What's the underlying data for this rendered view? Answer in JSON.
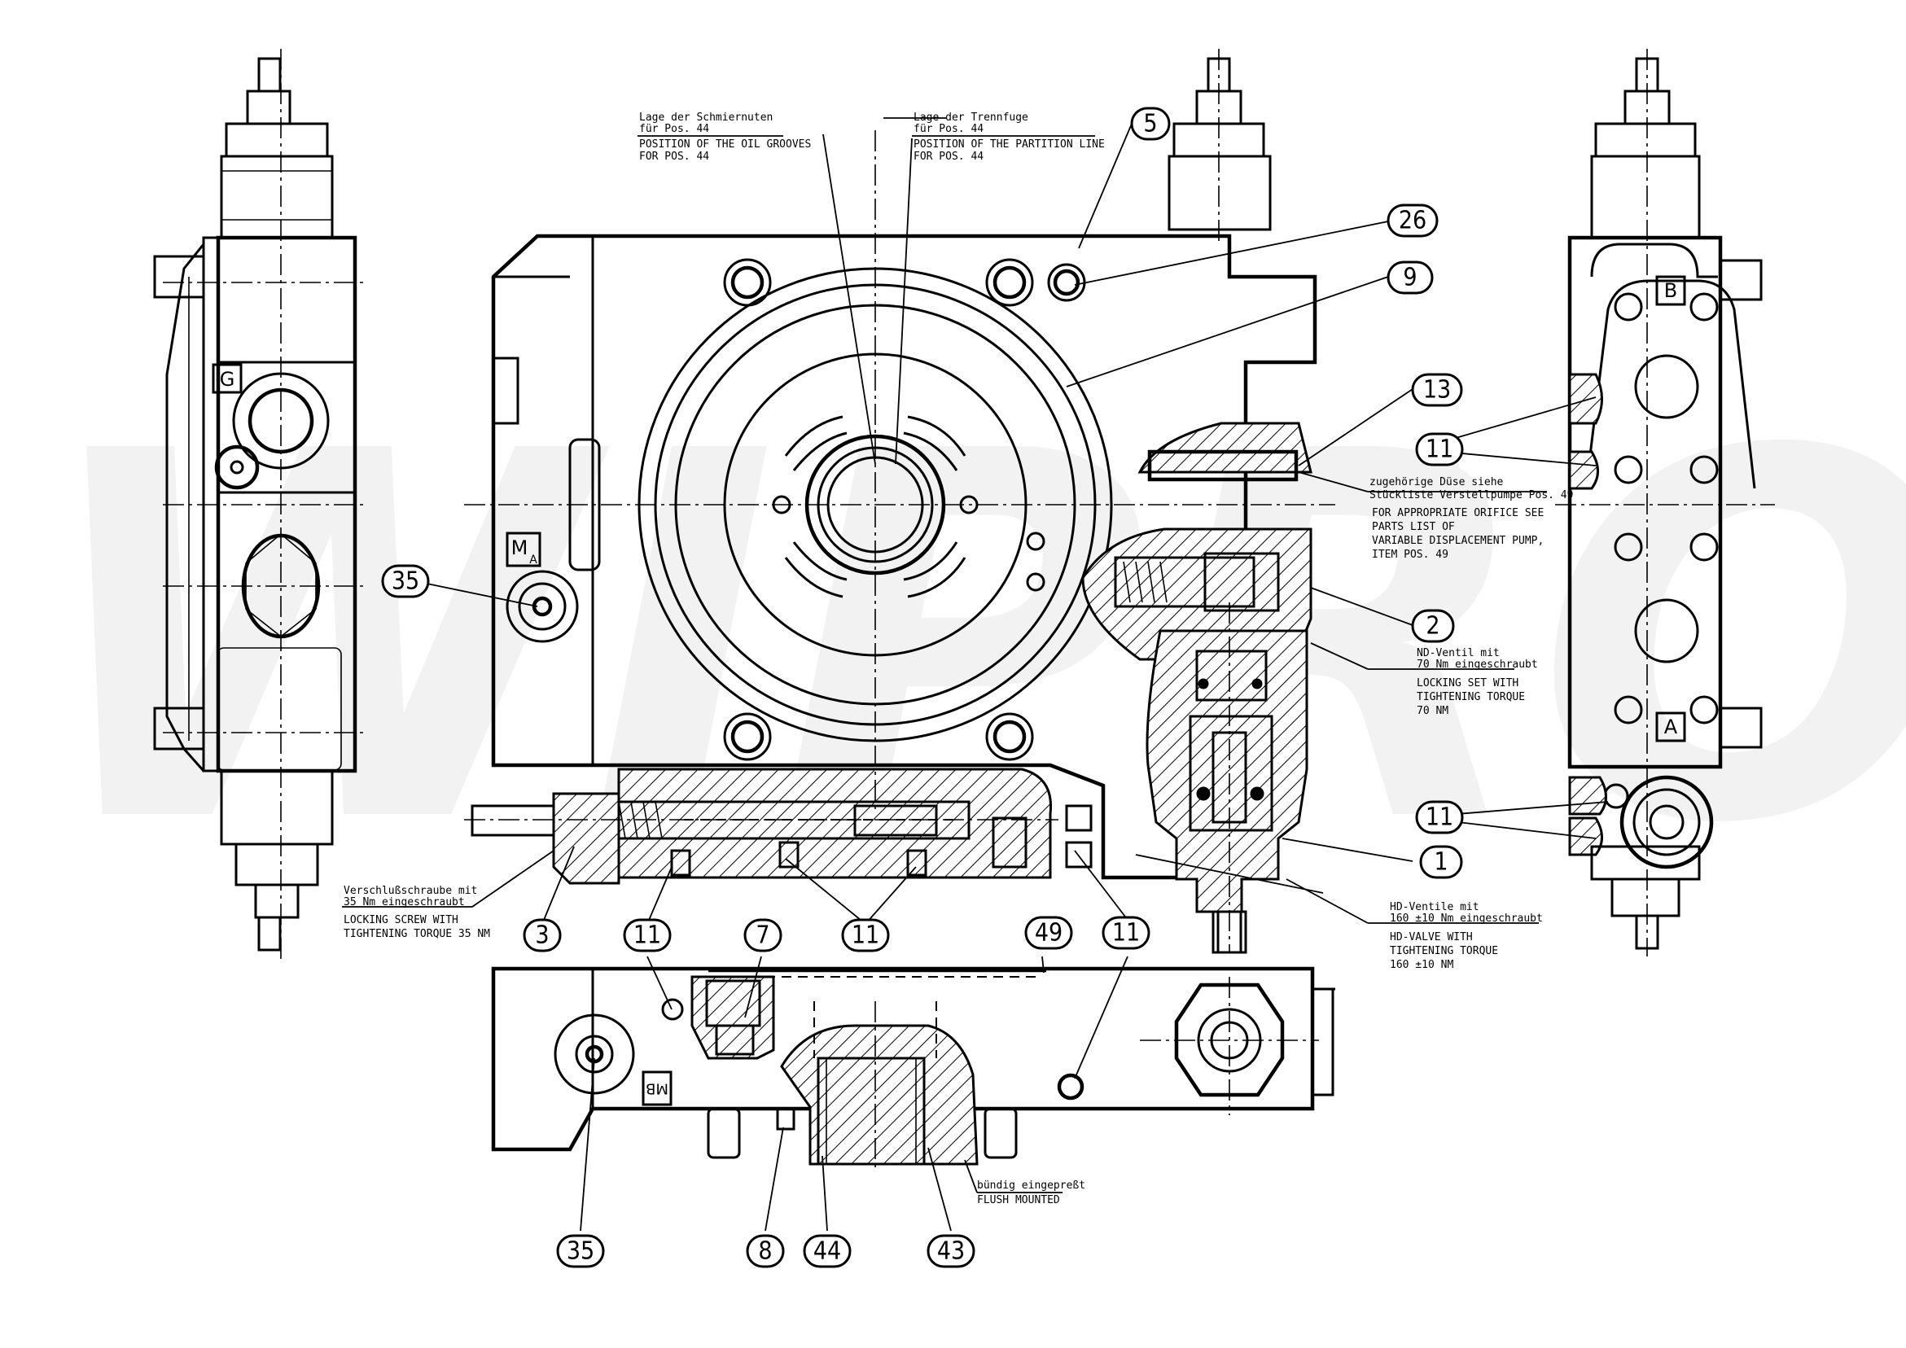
{
  "drawing": {
    "title": "Pump control block assembly drawing",
    "watermark": "WIPRO",
    "notes": {
      "oil_grooves": {
        "de_line1": "Lage der Schmiernuten",
        "de_line2": "für Pos. 44",
        "en_line1": "POSITION OF THE OIL GROOVES",
        "en_line2": "FOR POS. 44"
      },
      "partition_line": {
        "de_line1": "Lage der Trennfuge",
        "de_line2": "für Pos. 44",
        "en_line1": "POSITION OF THE PARTITION LINE",
        "en_line2": "FOR POS. 44"
      },
      "orifice": {
        "de_line1": "zugehörige Düse siehe",
        "de_line2": "Stückliste Verstellpumpe Pos. 49",
        "en_line1": "FOR APPROPRIATE ORIFICE SEE",
        "en_line2": "PARTS LIST OF",
        "en_line3": "VARIABLE DISPLACEMENT PUMP,",
        "en_line4": "ITEM POS. 49"
      },
      "nd_valve": {
        "de_line1": "ND-Ventil mit",
        "de_line2": "70 Nm eingeschraubt",
        "en_line1": "LOCKING SET WITH",
        "en_line2": "TIGHTENING TORQUE",
        "en_line3": "70 NM"
      },
      "hd_valve": {
        "de_line1": "HD-Ventile mit",
        "de_line2": "160 ±10 Nm eingeschraubt",
        "en_line1": "HD-VALVE WITH",
        "en_line2": "TIGHTENING TORQUE",
        "en_line3": "160 ±10 NM"
      },
      "locking_screw": {
        "de_line1": "Verschlußschraube mit",
        "de_line2": "35 Nm eingeschraubt",
        "en_line1": "LOCKING SCREW WITH",
        "en_line2": "TIGHTENING TORQUE 35 NM"
      },
      "flush": {
        "de_line1": "bündig eingepreßt",
        "en_line1": "FLUSH MOUNTED"
      }
    },
    "port_labels": {
      "G": "G",
      "MA_main": "M",
      "MA_sub": "A",
      "MB": "MB",
      "B": "B",
      "A": "A"
    },
    "balloons": {
      "b5": "5",
      "b26": "26",
      "b9": "9",
      "b13": "13",
      "b2": "2",
      "b1": "1",
      "b35_top": "35",
      "b11_right_top": "11",
      "b11_right_bottom": "11",
      "b3": "3",
      "b11_a": "11",
      "b7": "7",
      "b11_b": "11",
      "b49": "49",
      "b11_c": "11",
      "b35_bottom": "35",
      "b8": "8",
      "b44": "44",
      "b43": "43"
    }
  }
}
